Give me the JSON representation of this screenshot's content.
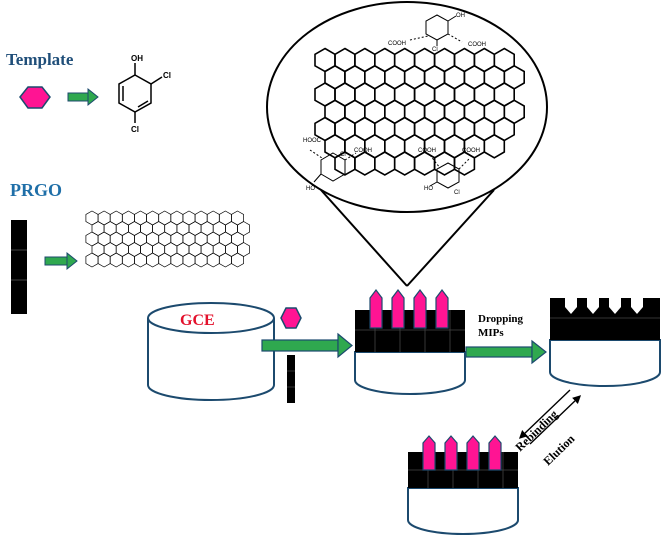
{
  "labels": {
    "template": "Template",
    "prgo": "PRGO",
    "gce": "GCE",
    "dropping": "Dropping",
    "mips": "MIPs",
    "rebinding": "Rebinding",
    "elution": "Elution"
  },
  "molecule": {
    "oh": "OH",
    "cl": "Cl",
    "ho": "HO",
    "cooh": "COOH",
    "hooc": "HOOC"
  },
  "colors": {
    "template_hex": "#ff1493",
    "arrow_green": "#2fa84f",
    "cylinder_stroke": "#1c4a6e",
    "prgo_label": "#1f6fa8",
    "template_label": "#1f4e79",
    "gce_label": "#e3112c"
  }
}
